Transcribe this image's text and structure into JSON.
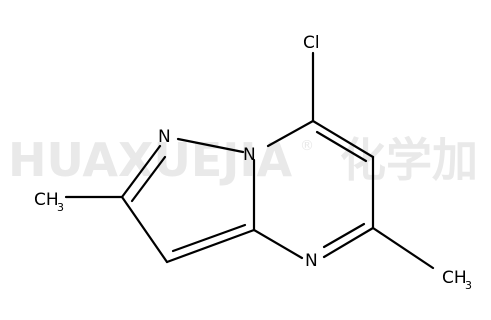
{
  "watermark": {
    "latin": "HUAXUEJIA",
    "registered": "®",
    "chinese": "化学加"
  },
  "atoms": {
    "cl": "Cl",
    "n_pyrazole": "N",
    "n_bridge": "N",
    "n_pyrimidine": "N",
    "methyl_left_c": "CH",
    "methyl_left_sub": "3",
    "methyl_right_c": "CH",
    "methyl_right_sub": "3"
  }
}
